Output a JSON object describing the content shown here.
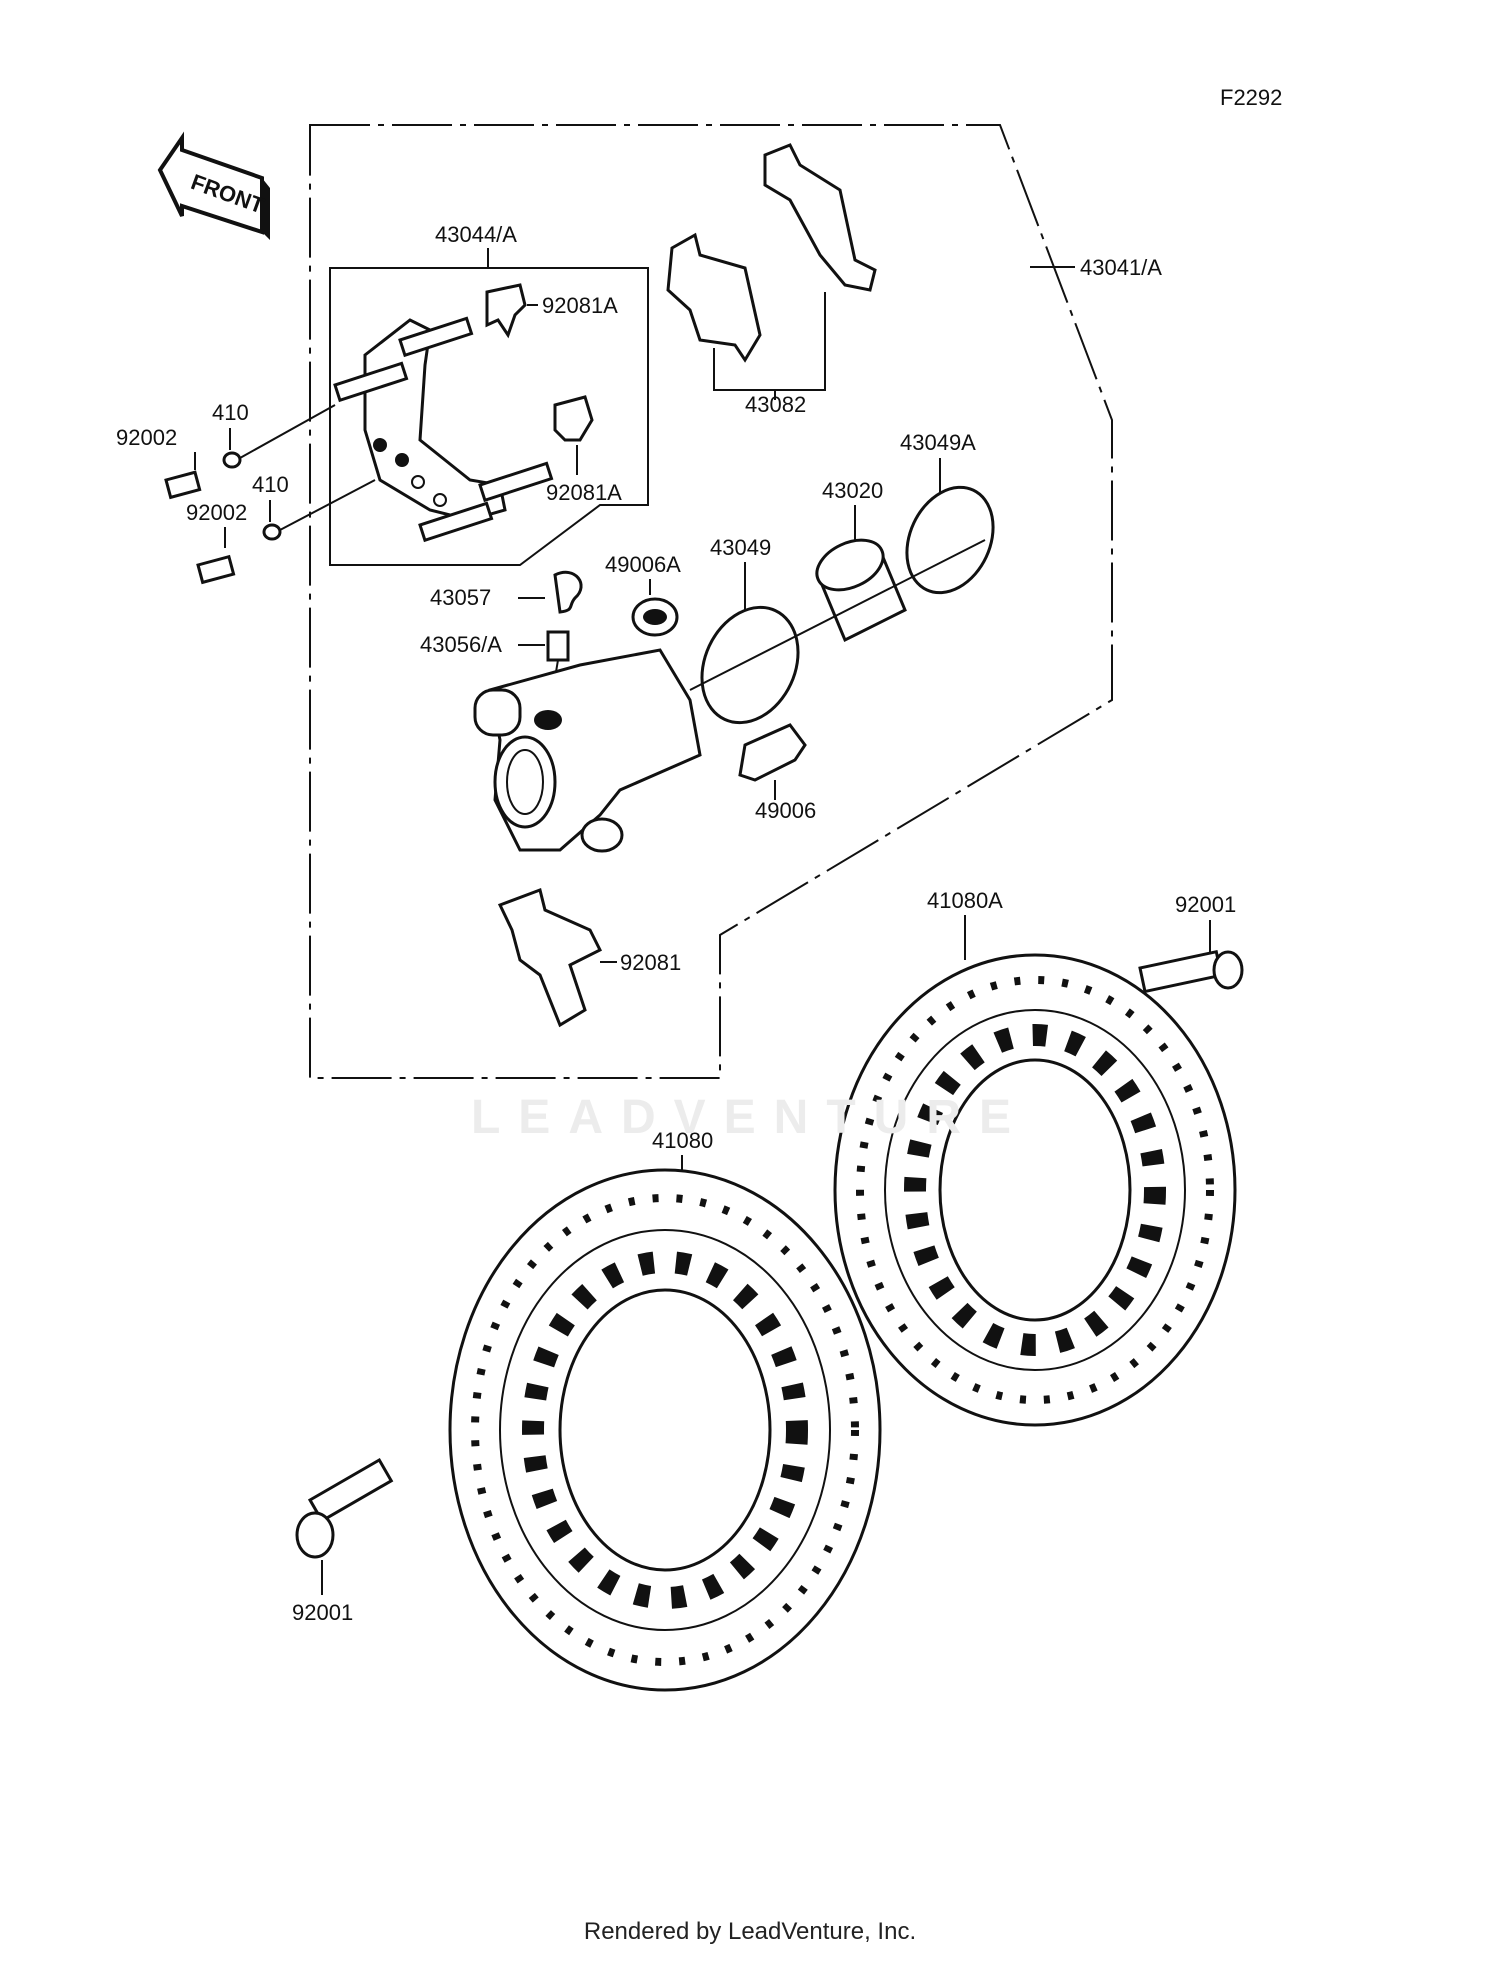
{
  "figure_id": "F2292",
  "front_label": "FRONT",
  "watermark": "LEADVENTURE",
  "footer": "Rendered by LeadVenture, Inc.",
  "callouts": {
    "c43044": "43044/A",
    "c43041": "43041/A",
    "c92081A_top": "92081A",
    "c92081A_bottom": "92081A",
    "c43082": "43082",
    "c410_top": "410",
    "c92002_top": "92002",
    "c410_bottom": "410",
    "c92002_bottom": "92002",
    "c43049A": "43049A",
    "c43020": "43020",
    "c43049": "43049",
    "c49006A": "49006A",
    "c43057": "43057",
    "c43056": "43056/A",
    "c49006": "49006",
    "c92081": "92081",
    "c41080A": "41080A",
    "c92001_right": "92001",
    "c41080": "41080",
    "c92001_left": "92001"
  }
}
